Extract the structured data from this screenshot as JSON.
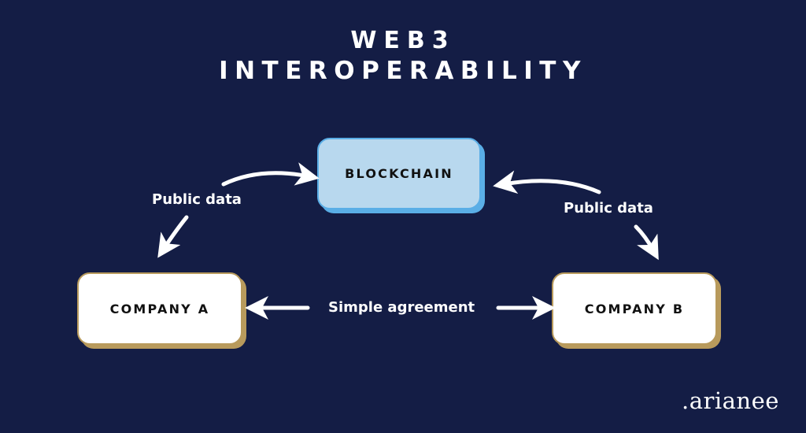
{
  "title": {
    "line1": "WEB3",
    "line2": "INTEROPERABILITY"
  },
  "nodes": {
    "blockchain": "BLOCKCHAIN",
    "company_a": "COMPANY A",
    "company_b": "COMPANY B"
  },
  "edges": {
    "left_label": "Public data",
    "right_label": "Public data",
    "bottom_label": "Simple agreement"
  },
  "logo": ".arianee",
  "colors": {
    "background": "#141d45",
    "blockchain_fill": "#b8d8ee",
    "blockchain_border": "#5aaee6",
    "company_fill": "#ffffff",
    "company_border": "#b89a5c",
    "text_light": "#ffffff"
  }
}
